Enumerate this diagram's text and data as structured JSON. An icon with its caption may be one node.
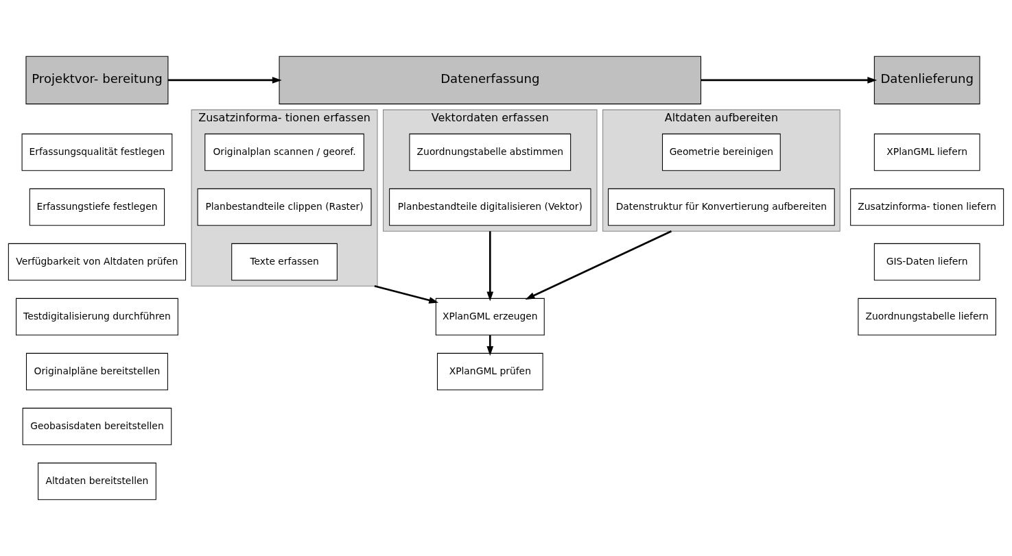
{
  "diagram": {
    "nodes": [
      {
        "text": [
          "Projektvor- bereitung"
        ]
      },
      {
        "text": [
          "Datenerfassung"
        ]
      },
      {
        "text": [
          "Datenlieferung"
        ]
      },
      {
        "text": [
          "Erfassungsqualität festlegen"
        ]
      },
      {
        "text": [
          "Erfassungstiefe festlegen"
        ]
      },
      {
        "text": [
          "Verfügbarkeit von Altdaten prüfen"
        ]
      },
      {
        "text": [
          "Testdigitalisierung durchführen"
        ]
      },
      {
        "text": [
          "Originalpläne bereitstellen"
        ]
      },
      {
        "text": [
          "Geobasisdaten bereitstellen"
        ]
      },
      {
        "text": [
          "Altdaten bereitstellen"
        ]
      },
      {
        "text": [
          "Zusatzinforma- tionen erfassen"
        ]
      },
      {
        "text": [
          "Originalplan scannen / georef."
        ],
        "in": 10
      },
      {
        "text": [
          "Planbestandteile clippen (Raster)"
        ],
        "in": 10
      },
      {
        "text": [
          "Texte erfassen"
        ],
        "in": 10
      },
      {
        "text": [
          "Vektordaten erfassen"
        ]
      },
      {
        "text": [
          "Zuordnungstabelle abstimmen"
        ],
        "in": 14
      },
      {
        "text": [
          "Planbestandteile digitalisieren (Vektor)"
        ],
        "in": 14
      },
      {
        "text": [
          "Altdaten aufbereiten"
        ]
      },
      {
        "text": [
          "Geometrie bereinigen"
        ],
        "in": 17
      },
      {
        "text": [
          "Datenstruktur für Konvertierung aufbereiten"
        ],
        "in": 17
      },
      {
        "text": [
          "XPlanGML liefern"
        ]
      },
      {
        "text": [
          "Zusatzinforma- tionen liefern"
        ]
      },
      {
        "text": [
          "GIS-Daten liefern"
        ]
      },
      {
        "text": [
          "Zuordnungstabelle liefern"
        ]
      },
      {
        "text": [
          "XPlanGML erzeugen"
        ]
      },
      {
        "text": [
          "XPlanGML prüfen"
        ]
      }
    ],
    "edges": [
      {
        "from": 0,
        "to": 1,
        "arrow": "to"
      },
      {
        "from": 1,
        "to": 2,
        "arrow": "to"
      },
      {
        "from": 10,
        "to": 24,
        "arrow": "to"
      },
      {
        "from": 14,
        "to": 24,
        "arrow": "to"
      },
      {
        "from": 17,
        "to": 24,
        "arrow": "to"
      },
      {
        "from": 24,
        "to": 25,
        "arrow": "to"
      }
    ]
  }
}
